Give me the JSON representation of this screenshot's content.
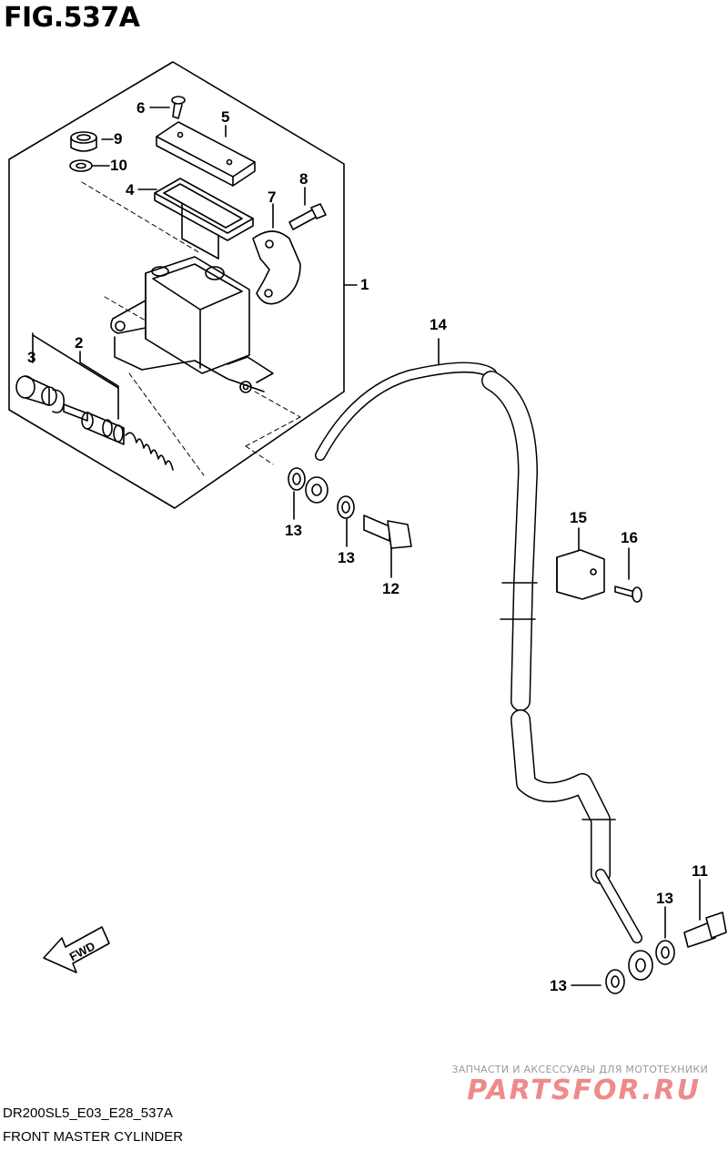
{
  "figure": {
    "title": "FIG.537A",
    "code": "DR200SL5_E03_E28_537A",
    "caption": "FRONT MASTER CYLINDER"
  },
  "callouts": [
    "1",
    "2",
    "3",
    "4",
    "5",
    "6",
    "7",
    "8",
    "9",
    "10",
    "11",
    "12",
    "13",
    "13",
    "13",
    "13",
    "14",
    "15",
    "16"
  ],
  "fwd_label": "FWD",
  "watermark": {
    "tagline": "ЗАПЧАСТИ И АКСЕССУАРЫ ДЛЯ МОТОТЕХНИКИ",
    "logo": "PARTSFOR.RU"
  }
}
